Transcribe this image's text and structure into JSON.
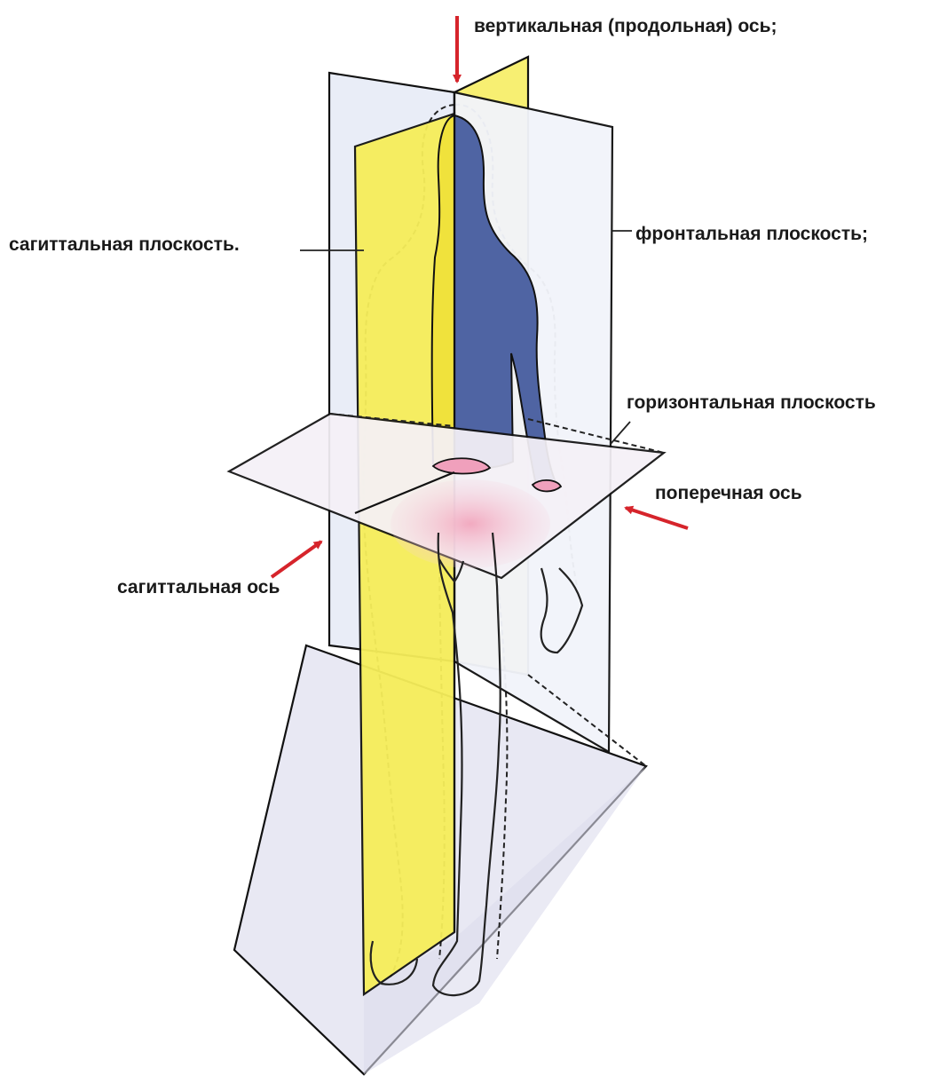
{
  "labels": {
    "vertical_axis": "вертикальная (продольная) ось;",
    "sagittal_plane": "сагиттальная плоскость.",
    "frontal_plane": "фронтальная плоскость;",
    "horizontal_plane": "горизонтальная плоскость",
    "transverse_axis": "поперечная ось",
    "sagittal_axis": "сагиттальная ось"
  },
  "colors": {
    "sagittal_plane": "#f6ee5a",
    "frontal_plane": "#eef1f8",
    "horizontal_plane": "#f4f0f6",
    "body_cut": "#4f64a3",
    "pelvis_section": "#f0a8c0",
    "arrow": "#d6242b"
  }
}
